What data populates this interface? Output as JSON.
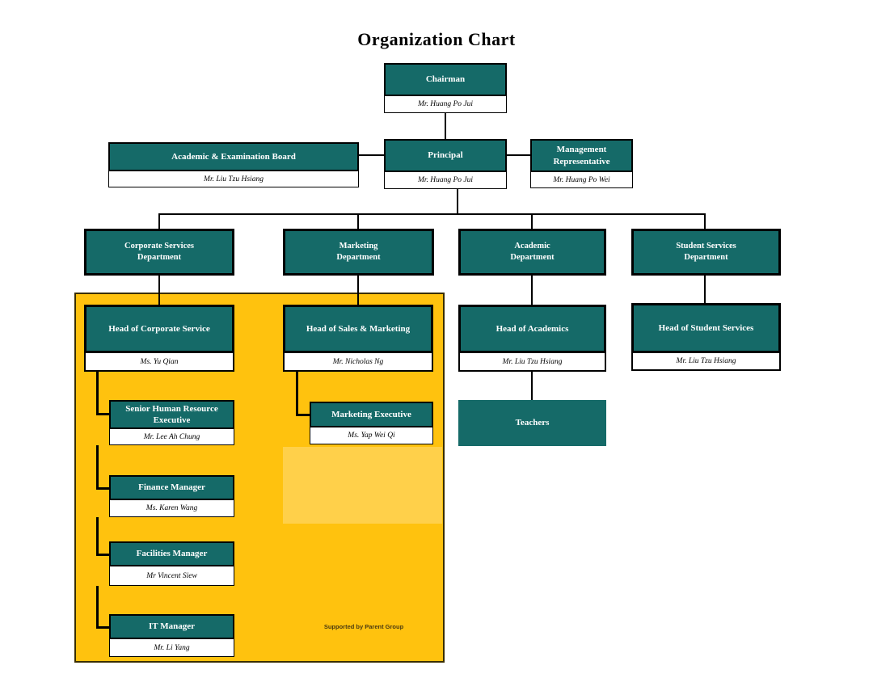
{
  "title": "Organization Chart",
  "colors": {
    "box_teal": "#156a68",
    "region_yellow": "#ffc20e",
    "region_yellow_light": "#ffd04a",
    "region_border": "#3a2e00",
    "connector": "#000000"
  },
  "nodes": {
    "chairman": {
      "title": "Chairman",
      "name": "Mr. Huang Po Jui"
    },
    "academic_board": {
      "title": "Academic & Examination Board",
      "name": "Mr. Liu Tzu Hsiang"
    },
    "principal": {
      "title": "Principal",
      "name": "Mr. Huang Po Jui"
    },
    "management_rep": {
      "title": "Management\nRepresentative",
      "name": "Mr. Huang Po Wei"
    },
    "corporate_dept": {
      "title": "Corporate Services\nDepartment"
    },
    "marketing_dept": {
      "title": "Marketing\nDepartment"
    },
    "academic_dept": {
      "title": "Academic\nDepartment"
    },
    "student_dept": {
      "title": "Student Services\nDepartment"
    },
    "head_corporate": {
      "title": "Head of  Corporate Service",
      "name": "Ms. Yu Qian"
    },
    "head_sales": {
      "title": "Head of Sales & Marketing",
      "name": "Mr. Nicholas Ng"
    },
    "head_academics": {
      "title": "Head of Academics",
      "name": "Mr. Liu Tzu Hsiang"
    },
    "head_student": {
      "title": "Head of Student Services",
      "name": "Mr. Liu Tzu Hsiang"
    },
    "senior_hr": {
      "title": "Senior Human Resource\nExecutive",
      "name": "Mr. Lee Ah Chung"
    },
    "finance_manager": {
      "title": "Finance Manager",
      "name": "Ms. Karen Wang"
    },
    "facilities_manager": {
      "title": "Facilities Manager",
      "name": "Mr Vincent Siew"
    },
    "it_manager": {
      "title": "IT Manager",
      "name": "Mr. Li Yang"
    },
    "marketing_exec": {
      "title": "Marketing Executive",
      "name": "Ms. Yap Wei Qi"
    },
    "teachers": {
      "title": "Teachers"
    }
  },
  "annotations": {
    "parent_group": "Supported by Parent Group"
  }
}
